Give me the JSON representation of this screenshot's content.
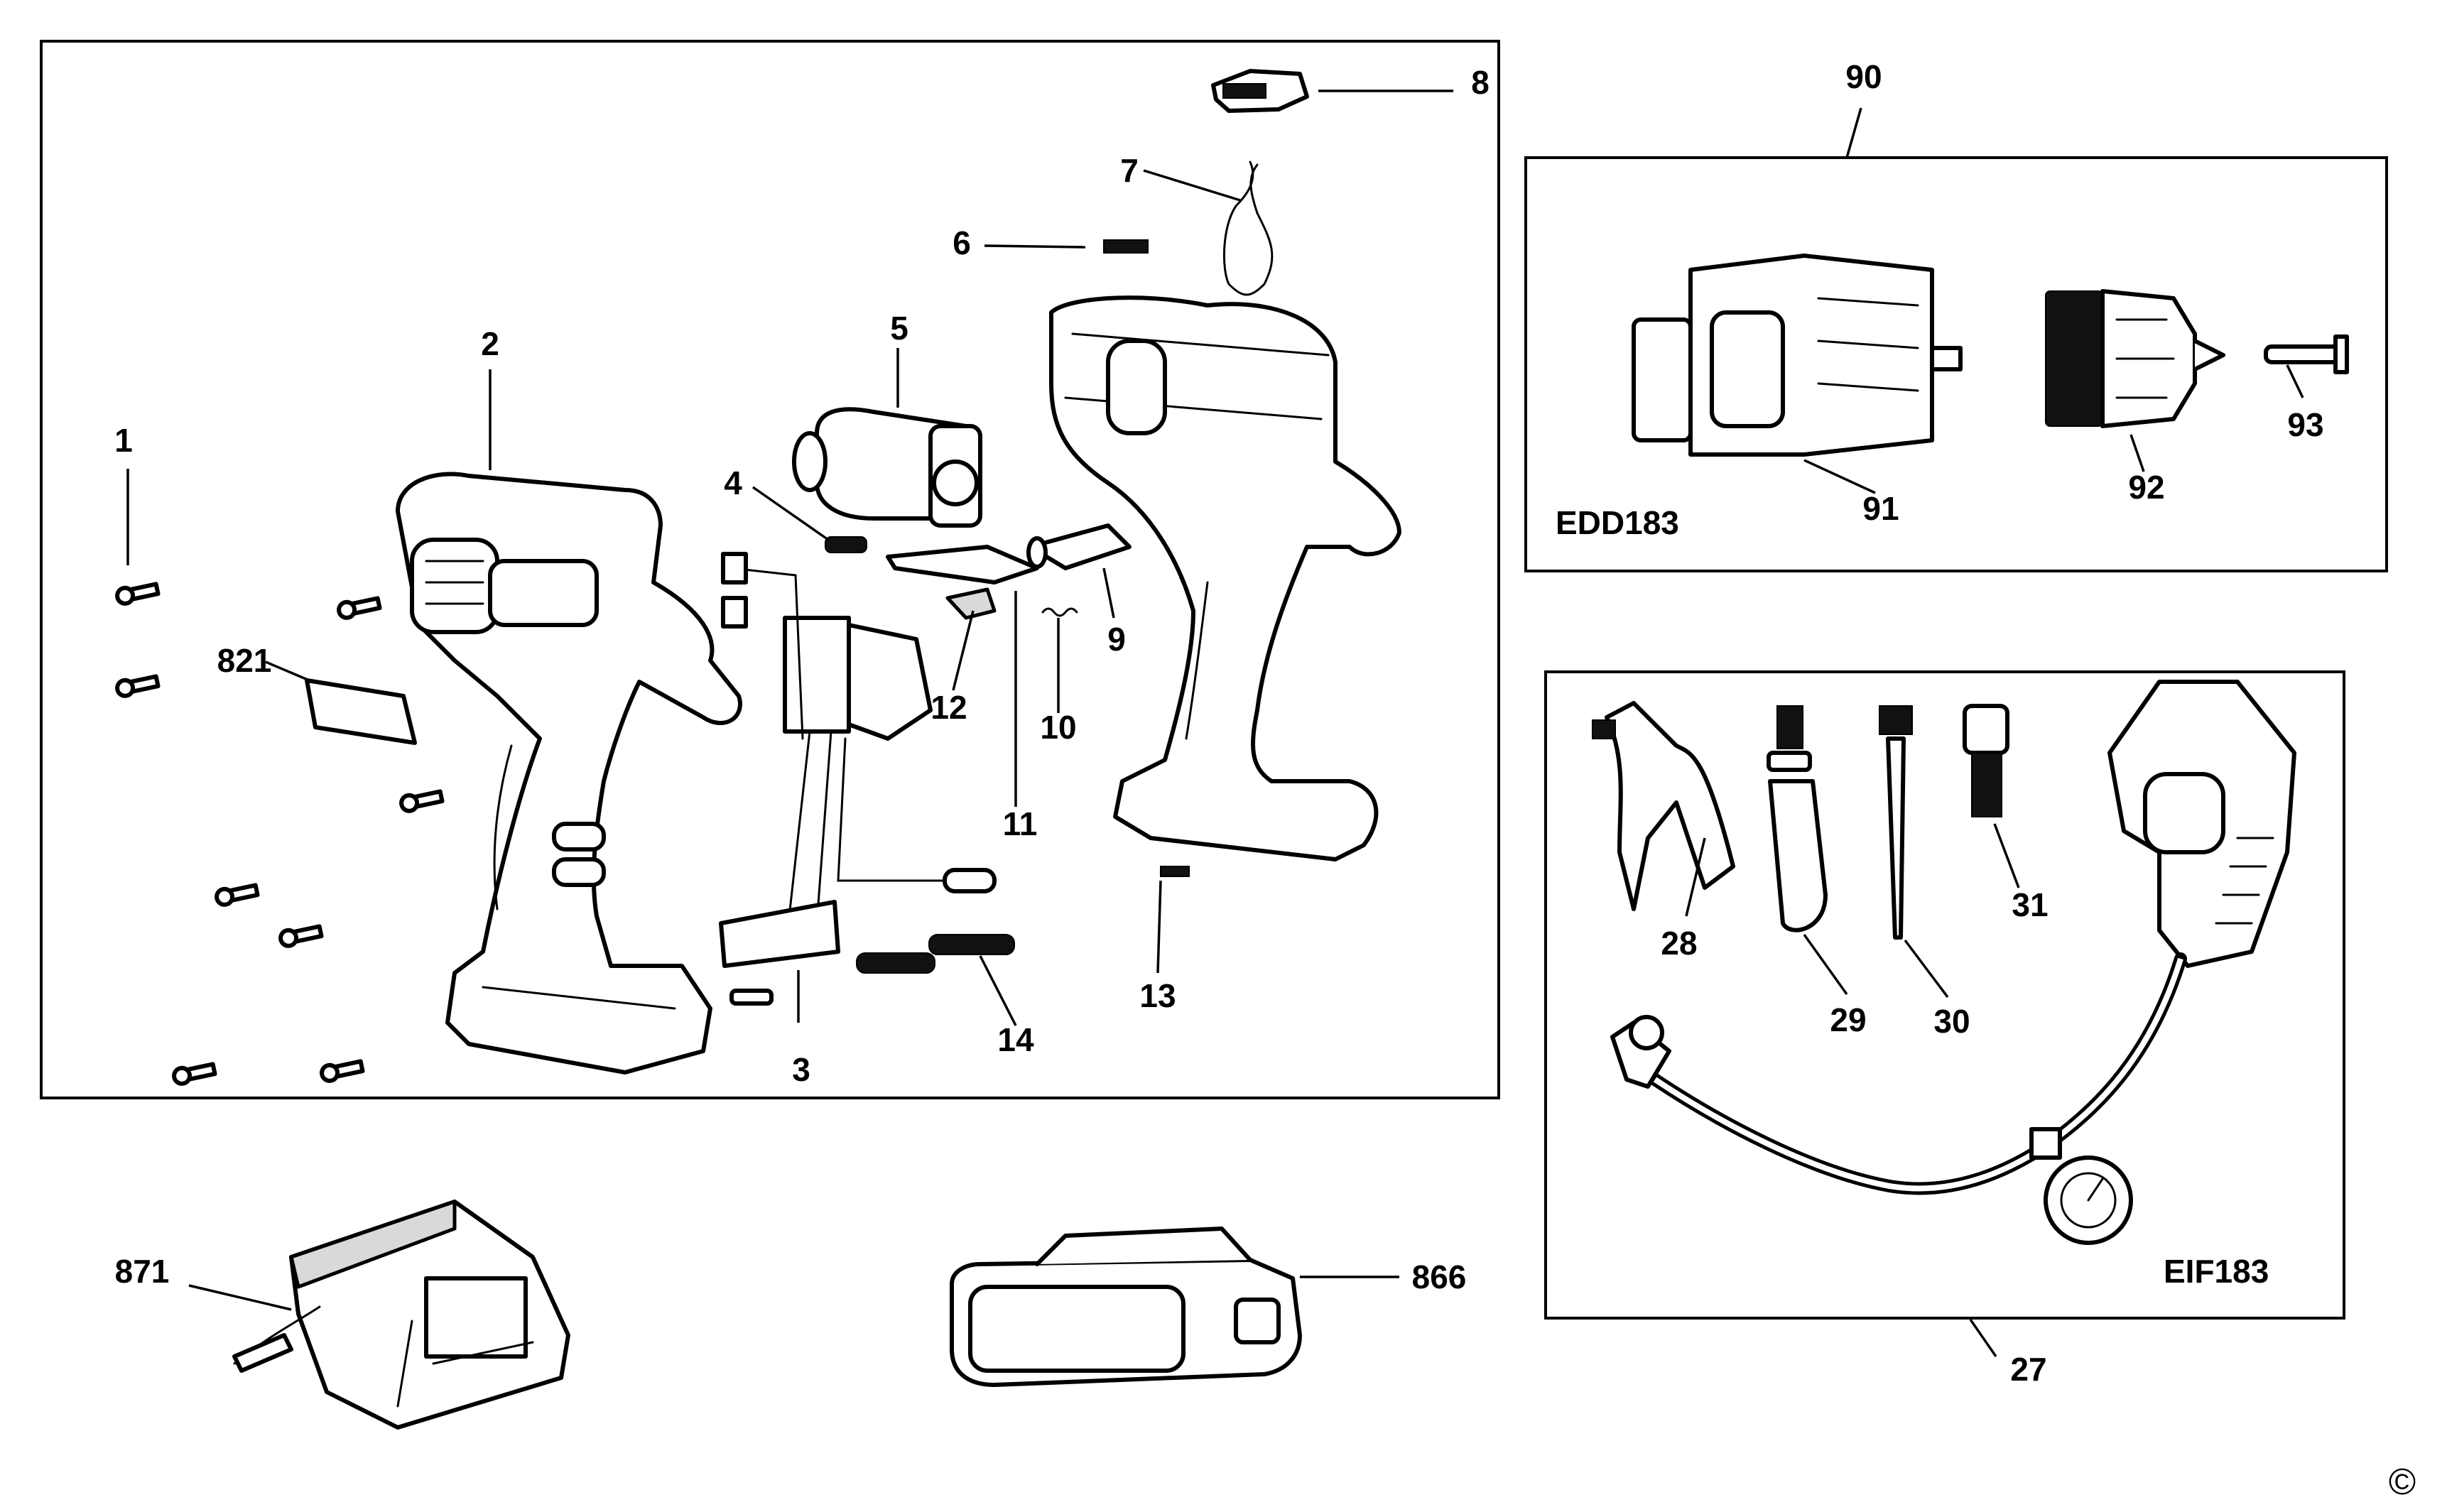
{
  "labels": {
    "p1": "1",
    "p2": "2",
    "p3": "3",
    "p4": "4",
    "p5": "5",
    "p6": "6",
    "p7": "7",
    "p8": "8",
    "p9": "9",
    "p10": "10",
    "p11": "11",
    "p12": "12",
    "p13": "13",
    "p14": "14",
    "p821": "821",
    "p871": "871",
    "p866": "866",
    "p90": "90",
    "p91": "91",
    "p92": "92",
    "p93": "93",
    "p27": "27",
    "p28": "28",
    "p29": "29",
    "p30": "30",
    "p31": "31"
  },
  "kits": {
    "drill_attachment": "EDD183",
    "inflator_attachment": "EIF183"
  },
  "copyright_symbol": "©",
  "colors": {
    "line": "#000000",
    "background": "#ffffff",
    "fill_grey": "#d9d9d9"
  }
}
